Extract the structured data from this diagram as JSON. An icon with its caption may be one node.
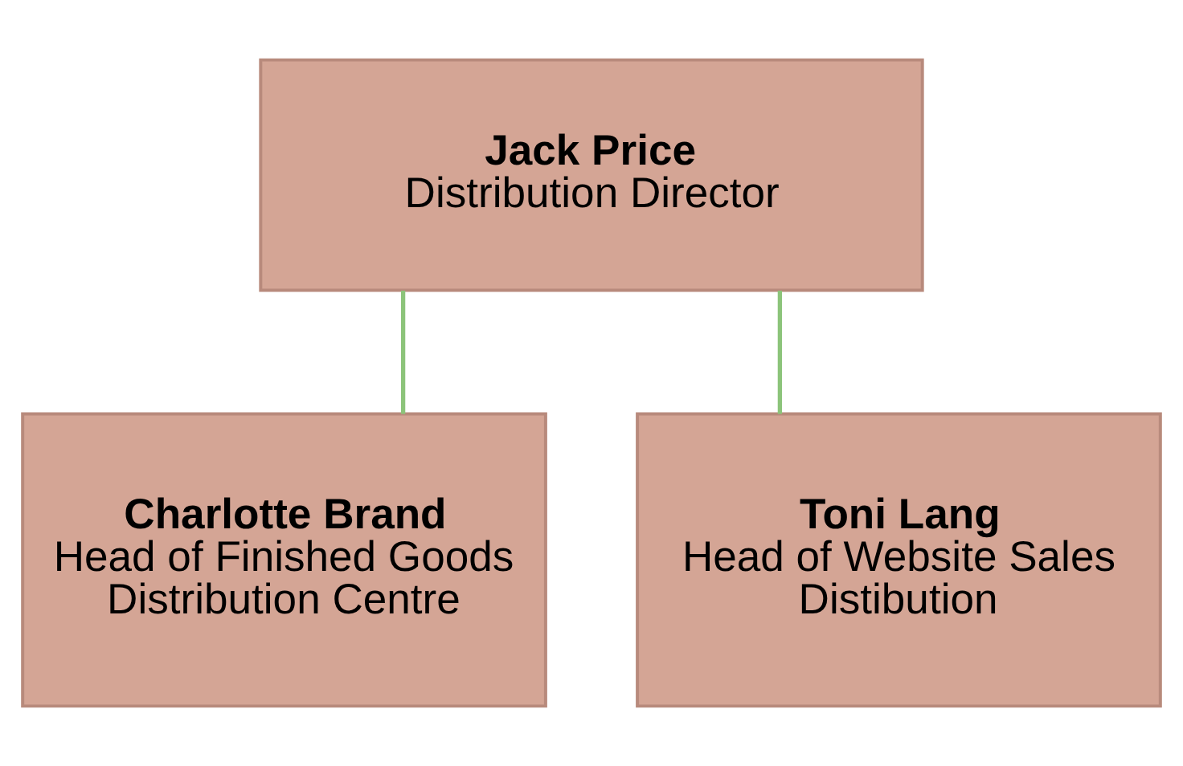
{
  "diagram": {
    "nodes": [
      {
        "text": [
          "Jack Price",
          "Distribution Director"
        ]
      },
      {
        "text": [
          "Charlotte Brand",
          "Head of Finished Goods Distribution Centre"
        ]
      },
      {
        "text": [
          "Toni Lang",
          "Head of Website Sales Distibution"
        ]
      }
    ],
    "edges": [
      {
        "from": 0,
        "to": 1,
        "arrow": "none"
      },
      {
        "from": 0,
        "to": 2,
        "arrow": "none"
      }
    ]
  }
}
